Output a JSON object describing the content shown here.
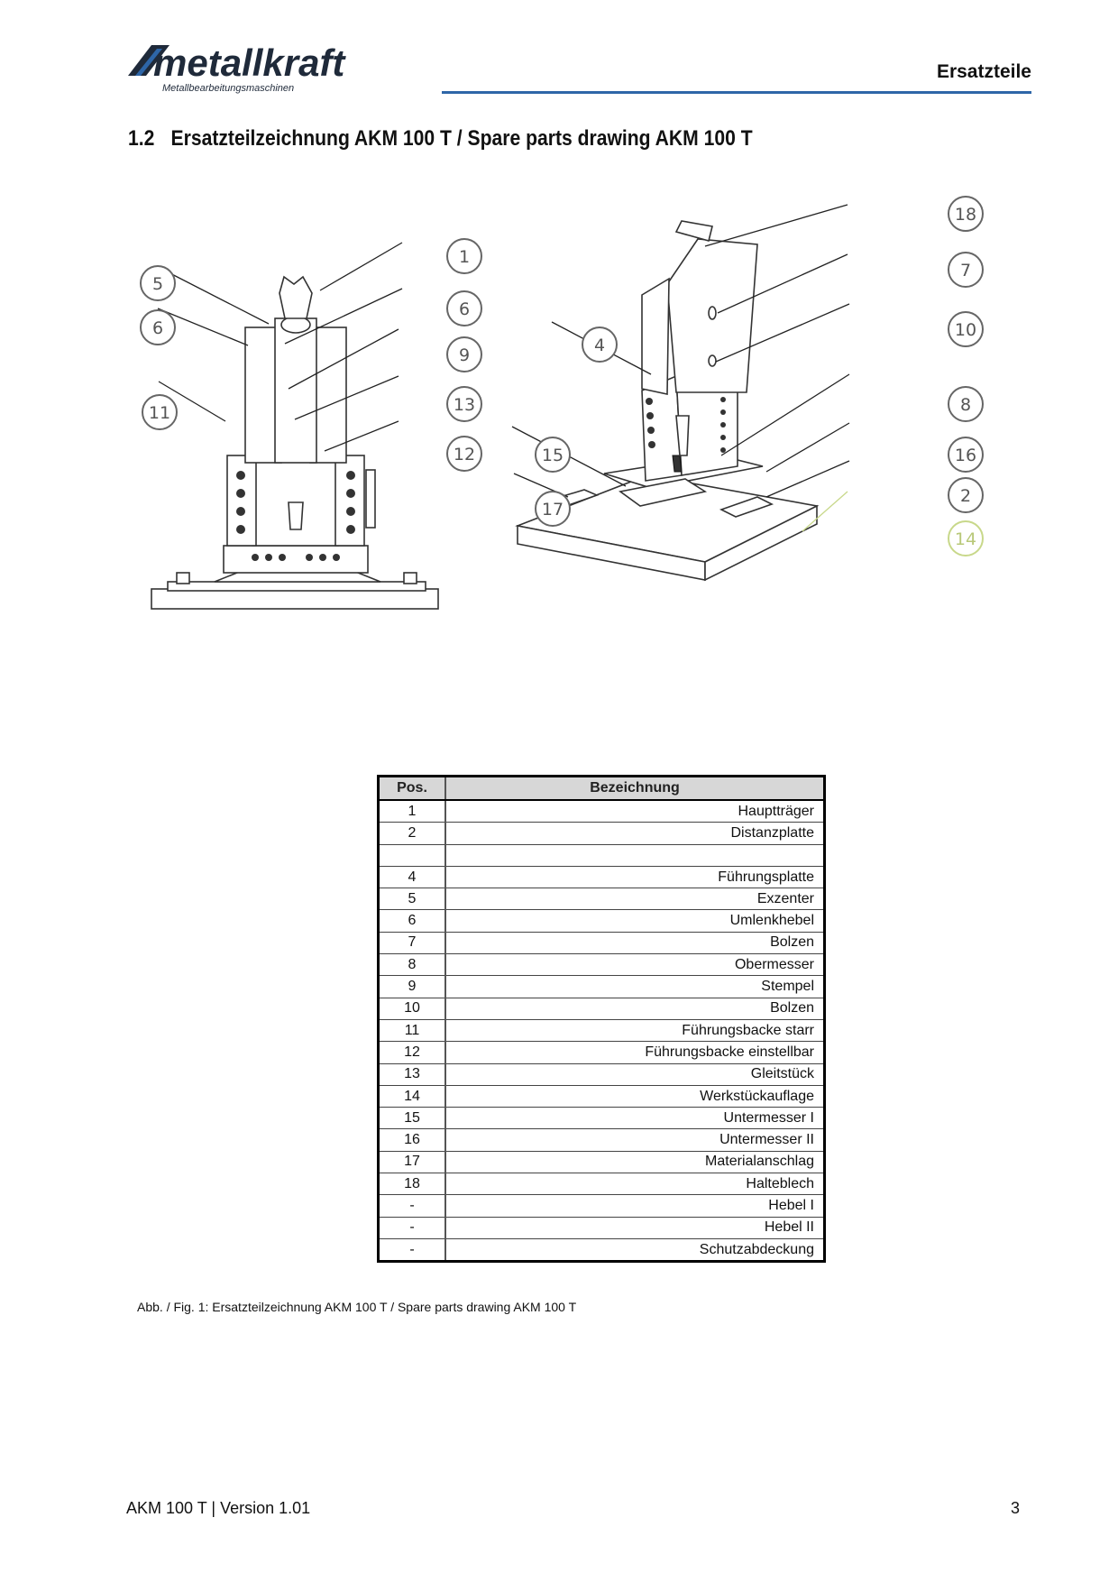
{
  "header": {
    "logo_text": "metallkraft",
    "logo_tagline": "Metallbearbeitungsmaschinen",
    "section": "Ersatzteile"
  },
  "heading": {
    "number": "1.2",
    "title": "Ersatzteilzeichnung AKM 100 T / Spare parts drawing AKM 100 T"
  },
  "figure": {
    "left_callouts": [
      "1",
      "5",
      "6",
      "6",
      "9",
      "11",
      "13",
      "12"
    ],
    "right_callouts": [
      "18",
      "7",
      "4",
      "10",
      "8",
      "15",
      "16",
      "2",
      "17",
      "14"
    ]
  },
  "table": {
    "headers": [
      "Pos.",
      "Bezeichnung"
    ],
    "rows": [
      {
        "pos": "1",
        "name": "Hauptträger"
      },
      {
        "pos": "2",
        "name": "Distanzplatte"
      },
      {
        "pos": "",
        "name": ""
      },
      {
        "pos": "4",
        "name": "Führungsplatte"
      },
      {
        "pos": "5",
        "name": "Exzenter"
      },
      {
        "pos": "6",
        "name": "Umlenkhebel"
      },
      {
        "pos": "7",
        "name": "Bolzen"
      },
      {
        "pos": "8",
        "name": "Obermesser"
      },
      {
        "pos": "9",
        "name": "Stempel"
      },
      {
        "pos": "10",
        "name": "Bolzen"
      },
      {
        "pos": "11",
        "name": "Führungsbacke starr"
      },
      {
        "pos": "12",
        "name": "Führungsbacke einstellbar"
      },
      {
        "pos": "13",
        "name": "Gleitstück"
      },
      {
        "pos": "14",
        "name": "Werkstückauflage"
      },
      {
        "pos": "15",
        "name": "Untermesser I"
      },
      {
        "pos": "16",
        "name": "Untermesser II"
      },
      {
        "pos": "17",
        "name": "Materialanschlag"
      },
      {
        "pos": "18",
        "name": "Halteblech"
      },
      {
        "pos": "-",
        "name": "Hebel I"
      },
      {
        "pos": "-",
        "name": "Hebel II"
      },
      {
        "pos": "-",
        "name": "Schutzabdeckung"
      }
    ]
  },
  "caption": "Abb. / Fig. 1: Ersatzteilzeichnung AKM 100 T / Spare parts drawing AKM 100 T",
  "footer": {
    "left": "AKM 100 T | Version 1.01",
    "page": "3"
  },
  "colors": {
    "accent": "#2e66a8",
    "logo": "#1f2a3a",
    "highlight_callout": "#c8d88a"
  }
}
